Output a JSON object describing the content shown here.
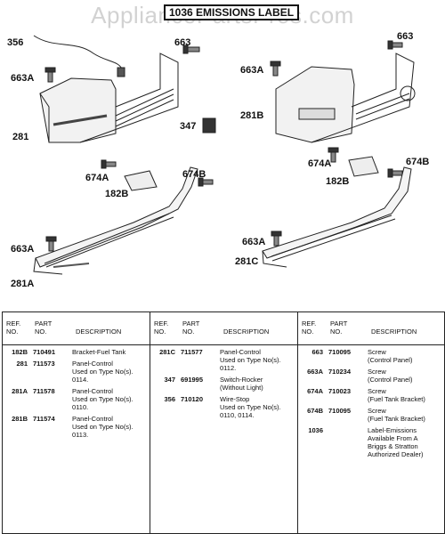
{
  "watermark": "AppliancePartsPros.com",
  "kit_label": "1036 EMISSIONS LABEL",
  "callouts": [
    {
      "id": "356-a",
      "text": "356"
    },
    {
      "id": "663-a",
      "text": "663"
    },
    {
      "id": "663A-a",
      "text": "663A"
    },
    {
      "id": "281",
      "text": "281"
    },
    {
      "id": "347",
      "text": "347"
    },
    {
      "id": "674A-a",
      "text": "674A"
    },
    {
      "id": "182B-a",
      "text": "182B"
    },
    {
      "id": "674B-a",
      "text": "674B"
    },
    {
      "id": "663A-b",
      "text": "663A"
    },
    {
      "id": "281A",
      "text": "281A"
    },
    {
      "id": "663-b",
      "text": "663"
    },
    {
      "id": "663A-c",
      "text": "663A"
    },
    {
      "id": "281B",
      "text": "281B"
    },
    {
      "id": "674A-b",
      "text": "674A"
    },
    {
      "id": "182B-b",
      "text": "182B"
    },
    {
      "id": "674B-b",
      "text": "674B"
    },
    {
      "id": "663A-d",
      "text": "663A"
    },
    {
      "id": "281C",
      "text": "281C"
    }
  ],
  "table": {
    "headers": {
      "ref": "REF. NO.",
      "part": "PART NO.",
      "desc": "DESCRIPTION"
    },
    "columns": [
      [
        {
          "ref": "182B",
          "part": "710491",
          "desc": [
            "Bracket-Fuel Tank"
          ]
        },
        {
          "ref": "281",
          "part": "711573",
          "desc": [
            "Panel-Control",
            "Used on Type No(s).",
            "0114."
          ]
        },
        {
          "ref": "281A",
          "part": "711578",
          "desc": [
            "Panel-Control",
            "Used on Type No(s).",
            "0110."
          ]
        },
        {
          "ref": "281B",
          "part": "711574",
          "desc": [
            "Panel-Control",
            "Used on Type No(s).",
            "0113."
          ]
        }
      ],
      [
        {
          "ref": "281C",
          "part": "711577",
          "desc": [
            "Panel-Control",
            "Used on Type No(s).",
            "0112."
          ]
        },
        {
          "ref": "347",
          "part": "691995",
          "desc": [
            "Switch-Rocker",
            "(Without Light)"
          ]
        },
        {
          "ref": "356",
          "part": "710120",
          "desc": [
            "Wire-Stop",
            "Used on Type No(s).",
            "0110, 0114."
          ]
        }
      ],
      [
        {
          "ref": "663",
          "part": "710095",
          "desc": [
            "Screw",
            "(Control Panel)"
          ]
        },
        {
          "ref": "663A",
          "part": "710234",
          "desc": [
            "Screw",
            "(Control Panel)"
          ]
        },
        {
          "ref": "674A",
          "part": "710023",
          "desc": [
            "Screw",
            "(Fuel Tank Bracket)"
          ]
        },
        {
          "ref": "674B",
          "part": "710095",
          "desc": [
            "Screw",
            "(Fuel Tank Bracket)"
          ]
        },
        {
          "ref": "1036",
          "part": "",
          "desc": [
            "Label-Emissions",
            "Available From A",
            "Briggs & Stratton",
            "Authorized Dealer)"
          ]
        }
      ]
    ]
  }
}
